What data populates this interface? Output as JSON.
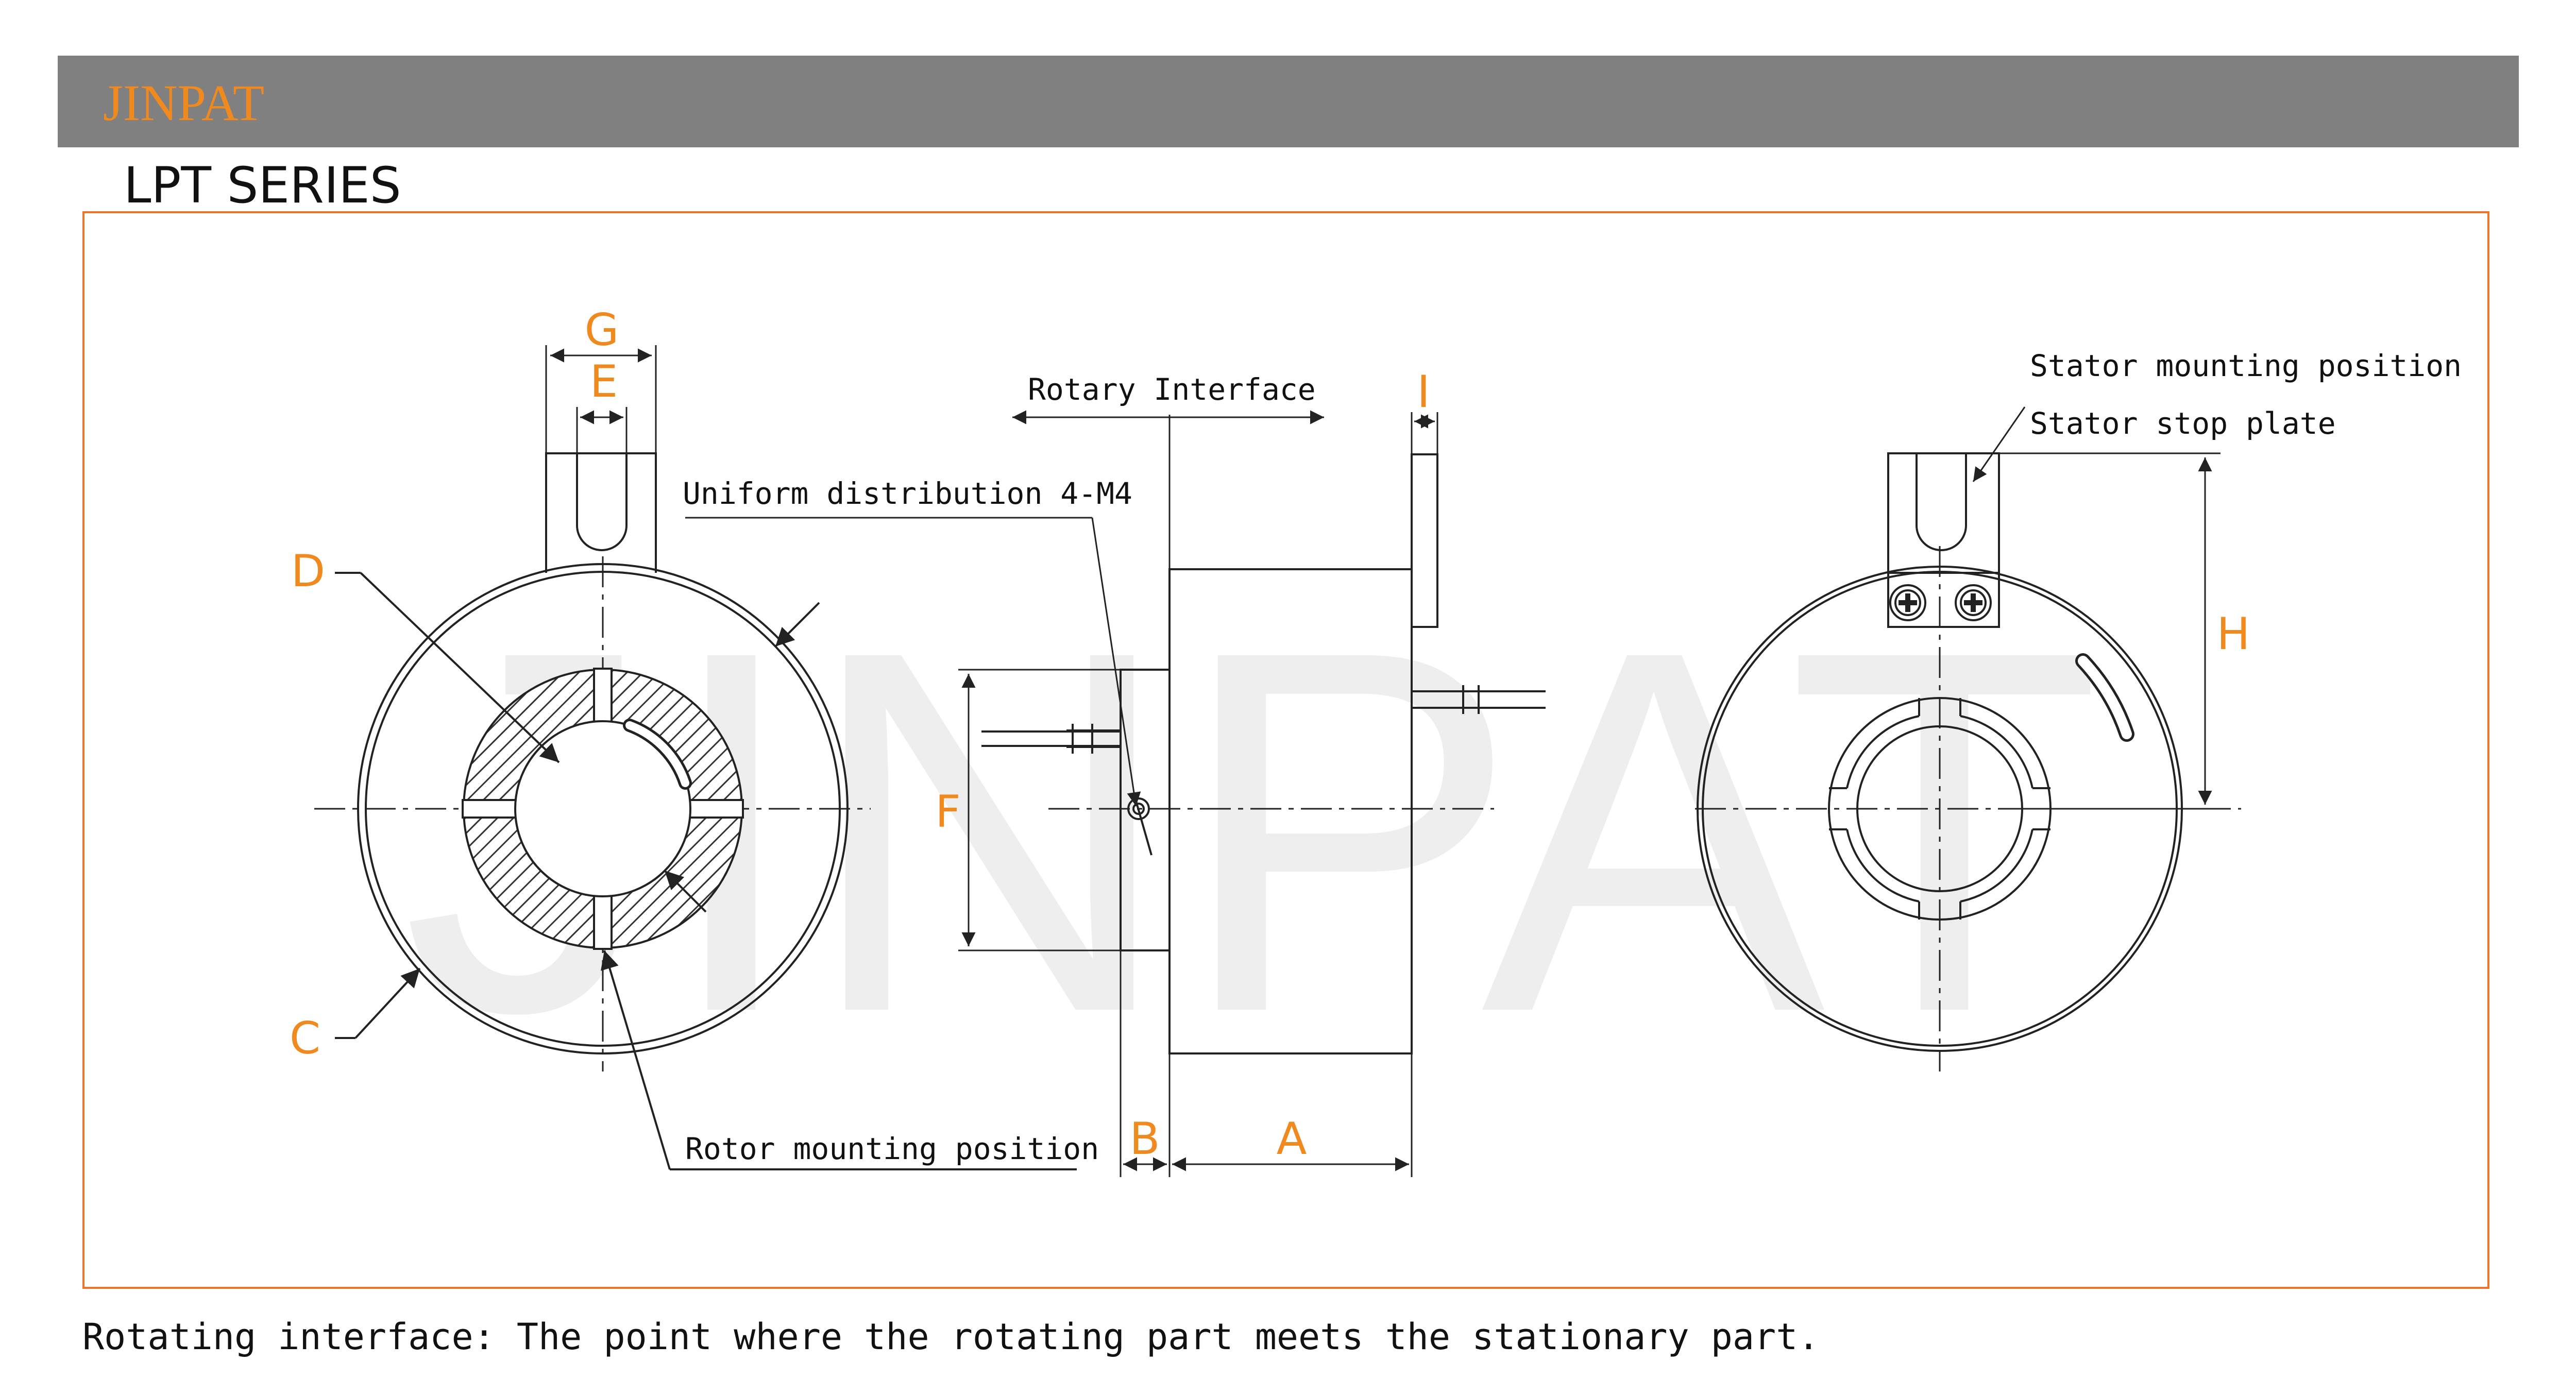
{
  "header": {
    "brand": "JINPAT"
  },
  "series_title": "LPT SERIES",
  "watermark": "JINPAT",
  "labels": {
    "rotary_interface": "Rotary Interface",
    "uniform_distribution": "Uniform distribution 4-M4",
    "rotor_mounting": "Rotor mounting position",
    "stator_mounting": "Stator mounting position",
    "stator_stop": "Stator stop plate"
  },
  "dimensions": {
    "A": "A",
    "B": "B",
    "C": "C",
    "D": "D",
    "E": "E",
    "F": "F",
    "G": "G",
    "H": "H",
    "I": "I"
  },
  "footer_note": "Rotating interface: The point where the rotating part meets the stationary part.",
  "colors": {
    "accent": "#f08a1e",
    "header_bg": "#808080",
    "frame": "#e8762d"
  }
}
